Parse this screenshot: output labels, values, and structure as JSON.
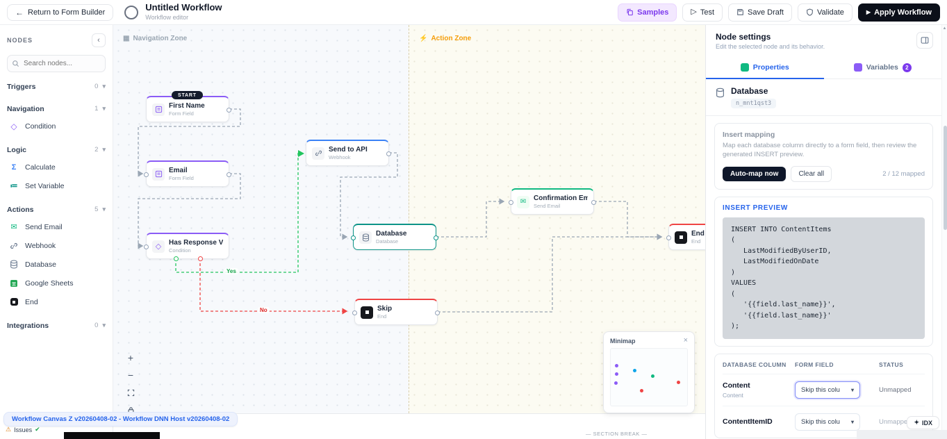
{
  "icons": {
    "back_arrow": "←",
    "play": "▷",
    "apply_play": "▶",
    "collapse_left": "‹",
    "chevron_down": "▾",
    "condition": "◇",
    "sigma": "Σ",
    "set_variable": "≔",
    "envelope": "✉",
    "nav_zone": "▦",
    "lightning": "⚡",
    "plus": "+",
    "minus": "−",
    "close": "×",
    "warning": "⚠",
    "check": "✔",
    "star": "✦",
    "scroll_up": "▲"
  },
  "colors": {
    "accent_purple": "#8b5cf6",
    "accent_blue": "#3b82f6",
    "accent_teal": "#0d9488",
    "accent_green": "#10b981",
    "accent_red": "#ef4444",
    "preview_label": "#2563eb",
    "apply_bg": "#0b0f19",
    "samples_text": "#7c3aed",
    "yes_label": "#16a34a",
    "no_label": "#dc2626"
  },
  "topbar": {
    "back": "Return to Form Builder",
    "title": "Untitled Workflow",
    "subtitle": "Workflow editor",
    "buttons": {
      "samples": "Samples",
      "test": "Test",
      "save_draft": "Save Draft",
      "validate": "Validate",
      "apply": "Apply Workflow"
    }
  },
  "sidebar": {
    "title": "NODES",
    "search_placeholder": "Search nodes...",
    "groups": [
      {
        "label": "Triggers",
        "count": "0",
        "items": []
      },
      {
        "label": "Navigation",
        "count": "1",
        "items": [
          {
            "label": "Condition"
          }
        ]
      },
      {
        "label": "Logic",
        "count": "2",
        "items": [
          {
            "label": "Calculate"
          },
          {
            "label": "Set Variable"
          }
        ]
      },
      {
        "label": "Actions",
        "count": "5",
        "items": [
          {
            "label": "Send Email"
          },
          {
            "label": "Webhook"
          },
          {
            "label": "Database"
          },
          {
            "label": "Google Sheets"
          },
          {
            "label": "End"
          }
        ]
      },
      {
        "label": "Integrations",
        "count": "0",
        "items": []
      }
    ]
  },
  "canvas": {
    "zones": [
      {
        "label": "Navigation Zone"
      },
      {
        "label": "Action Zone"
      }
    ],
    "nodes": [
      {
        "badge": "START",
        "title": "First Name",
        "subtitle": "Form Field"
      },
      {
        "title": "Email",
        "subtitle": "Form Field"
      },
      {
        "title": "Has Response Val...",
        "subtitle": "Condition"
      },
      {
        "title": "Send to API",
        "subtitle": "Webhook"
      },
      {
        "title": "Database",
        "subtitle": "Database"
      },
      {
        "title": "Confirmation Email",
        "subtitle": "Send Email"
      },
      {
        "title": "Skip",
        "subtitle": "End"
      },
      {
        "title": "End",
        "subtitle": "End"
      }
    ],
    "edge_labels": {
      "yes": "Yes",
      "no": "No"
    },
    "minimap_title": "Minimap",
    "status": "Workflow Canvas Z v20260408-02 - Workflow DNN Host v20260408-02"
  },
  "panel": {
    "title": "Node settings",
    "subtitle": "Edit the selected node and its behavior.",
    "tabs": [
      {
        "label": "Properties"
      },
      {
        "label": "Variables",
        "badge": "2"
      }
    ],
    "node": {
      "title": "Database",
      "id": "n_mnt1qst3"
    },
    "mapping": {
      "title": "Insert mapping",
      "description": "Map each database column directly to a form field, then review the generated INSERT preview.",
      "auto_map": "Auto-map now",
      "clear_all": "Clear all",
      "mapped_count": "2 / 12 mapped"
    },
    "preview": {
      "title": "INSERT PREVIEW",
      "code": "INSERT INTO ContentItems\n(\n   LastModifiedByUserID,\n   LastModifiedOnDate\n)\nVALUES\n(\n   '{{field.last_name}}',\n   '{{field.last_name}}'\n);"
    },
    "table": {
      "headers": [
        "DATABASE COLUMN",
        "FORM FIELD",
        "STATUS"
      ],
      "rows": [
        {
          "name": "Content",
          "sub": "Content",
          "select": "Skip this colu",
          "status": "Unmapped"
        },
        {
          "name": "ContentItemID",
          "select": "Skip this colu",
          "status": "Unmapped"
        }
      ]
    }
  },
  "footer": {
    "issues": "Issues",
    "section_break": "— SECTION BREAK —",
    "idx": "IDX"
  }
}
